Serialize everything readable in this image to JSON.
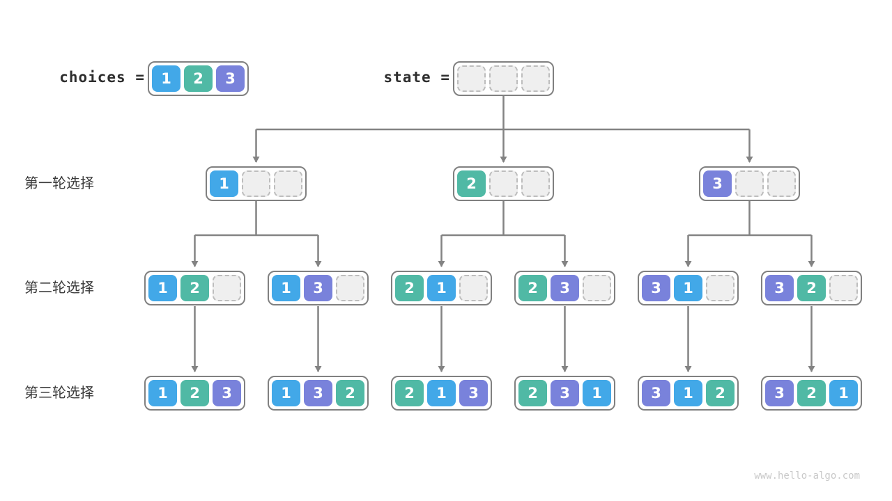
{
  "diagram": {
    "title_hint": "permutation-choice-tree",
    "colors": {
      "choice1": "#42A8E8",
      "choice2": "#50B9A5",
      "choice3": "#7982DB",
      "empty_fill": "#EFEFEF",
      "empty_border": "#BDBDBD",
      "box_border": "#808080",
      "line": "#838383",
      "label_text": "#3A3A3A"
    }
  },
  "header": {
    "choices_label": "choices =",
    "state_label": "state =",
    "choices_box": [
      "1",
      "2",
      "3"
    ],
    "state_box": [
      "",
      "",
      ""
    ]
  },
  "rounds": [
    {
      "label": "第一轮选择",
      "boxes": [
        [
          "1",
          "",
          ""
        ],
        [
          "2",
          "",
          ""
        ],
        [
          "3",
          "",
          ""
        ]
      ]
    },
    {
      "label": "第二轮选择",
      "boxes": [
        [
          "1",
          "2",
          ""
        ],
        [
          "1",
          "3",
          ""
        ],
        [
          "2",
          "1",
          ""
        ],
        [
          "2",
          "3",
          ""
        ],
        [
          "3",
          "1",
          ""
        ],
        [
          "3",
          "2",
          ""
        ]
      ]
    },
    {
      "label": "第三轮选择",
      "boxes": [
        [
          "1",
          "2",
          "3"
        ],
        [
          "1",
          "3",
          "2"
        ],
        [
          "2",
          "1",
          "3"
        ],
        [
          "2",
          "3",
          "1"
        ],
        [
          "3",
          "1",
          "2"
        ],
        [
          "3",
          "2",
          "1"
        ]
      ]
    }
  ],
  "footer": {
    "watermark": "www.hello-algo.com"
  }
}
